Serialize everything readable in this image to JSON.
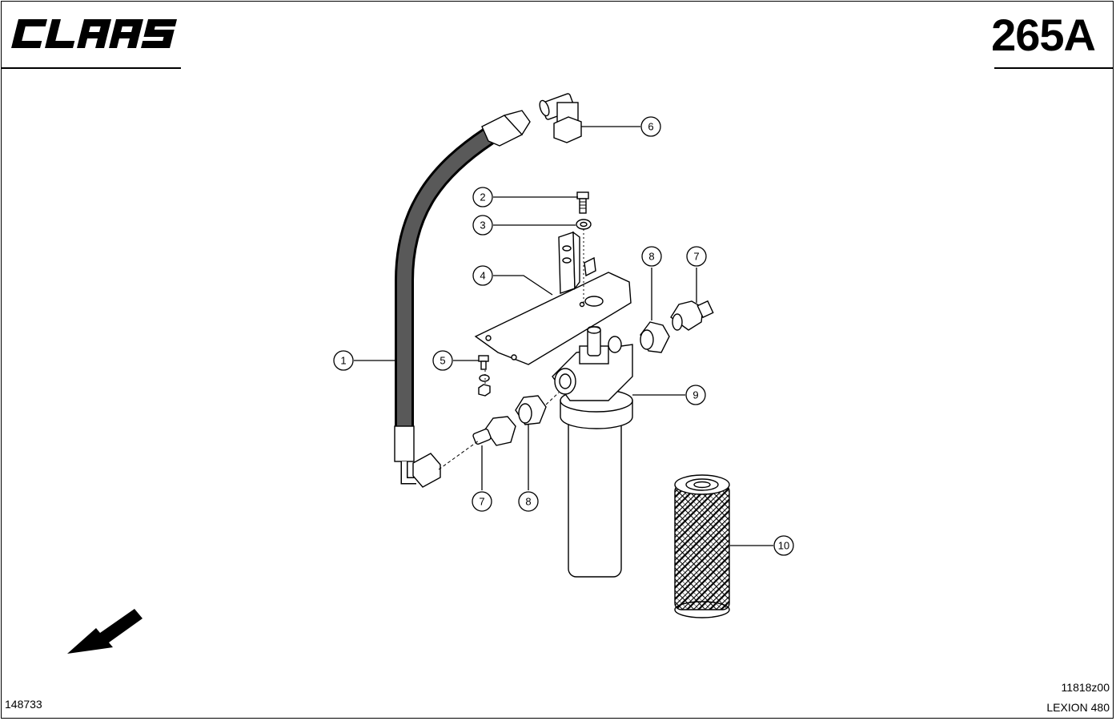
{
  "header": {
    "brand": "CLAAS",
    "page_code": "265A"
  },
  "footer": {
    "drawing_number": "148733",
    "figure_code": "11818z00",
    "model": "LEXION 480"
  },
  "callouts": [
    {
      "id": "1",
      "label": "1"
    },
    {
      "id": "2",
      "label": "2"
    },
    {
      "id": "3",
      "label": "3"
    },
    {
      "id": "4",
      "label": "4"
    },
    {
      "id": "5",
      "label": "5"
    },
    {
      "id": "6",
      "label": "6"
    },
    {
      "id": "7a",
      "label": "7"
    },
    {
      "id": "7b",
      "label": "7"
    },
    {
      "id": "8a",
      "label": "8"
    },
    {
      "id": "8b",
      "label": "8"
    },
    {
      "id": "9",
      "label": "9"
    },
    {
      "id": "10",
      "label": "10"
    }
  ],
  "colors": {
    "line": "#000000",
    "background": "#ffffff"
  }
}
